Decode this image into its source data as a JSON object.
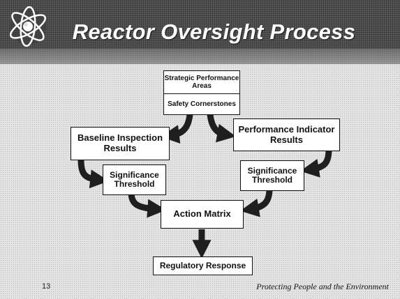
{
  "slide": {
    "title": "Reactor Oversight Process",
    "page_number": "13",
    "footer": "Protecting People and the Environment"
  },
  "diagram": {
    "strategic": "Strategic Performance Areas",
    "cornerstones": "Safety Cornerstones",
    "baseline": "Baseline Inspection Results",
    "indicator": "Performance Indicator Results",
    "threshold_left": "Significance Threshold",
    "threshold_right": "Significance Threshold",
    "action_matrix": "Action Matrix",
    "response": "Regulatory Response"
  },
  "colors": {
    "arrow": "#1f1f1f",
    "title": "#ffffff",
    "header": "#5a5a5a"
  },
  "icons": [
    "atom-logo-icon"
  ]
}
